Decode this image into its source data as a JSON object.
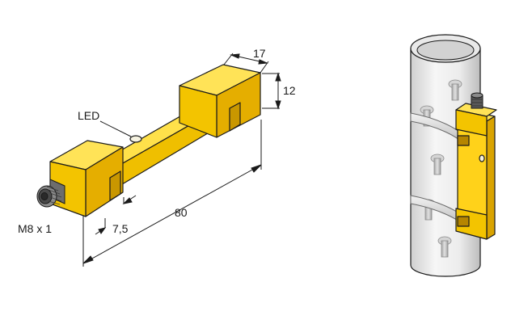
{
  "labels": {
    "led": "LED",
    "connector": "M8 x 1",
    "width": "17",
    "height": "12",
    "length": "80",
    "slot": "7,5"
  },
  "colors": {
    "housing_top": "#ffe14a",
    "housing_side": "#f3c400",
    "housing_front": "#e8b200",
    "outline": "#1a1a1a",
    "pipe": "#eeeeee",
    "bolt": "#cfcfcf",
    "clamp": "#dcdcdc"
  },
  "icons": {
    "sensor": "yellow-rectangular-sensor-housing",
    "connector": "m8-threaded-connector-icon",
    "led": "led-indicator-icon",
    "mounting": "pipe-mounting-illustration"
  }
}
